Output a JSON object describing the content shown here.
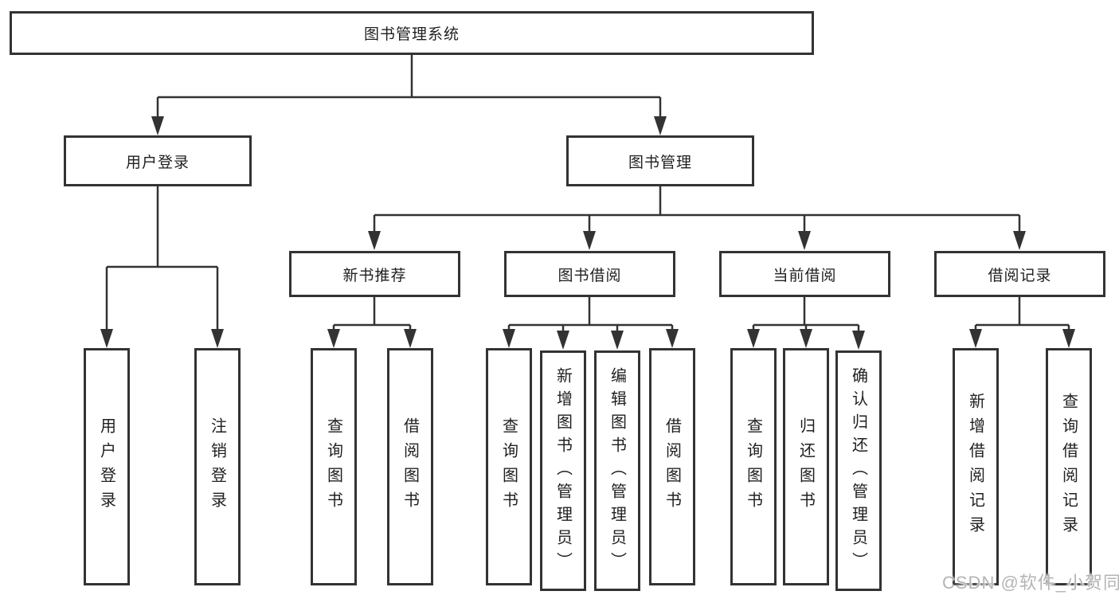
{
  "diagram": {
    "root": {
      "label": "图书管理系统"
    },
    "level2": [
      {
        "id": "user-login",
        "label": "用户登录"
      },
      {
        "id": "book-management",
        "label": "图书管理"
      }
    ],
    "level3": [
      {
        "id": "new-book-recommend",
        "label": "新书推荐"
      },
      {
        "id": "book-borrowing",
        "label": "图书借阅"
      },
      {
        "id": "current-borrowing",
        "label": "当前借阅"
      },
      {
        "id": "borrow-records",
        "label": "借阅记录"
      }
    ],
    "leaves": [
      {
        "id": "user-login-action",
        "label": "用户登录"
      },
      {
        "id": "logout-action",
        "label": "注销登录"
      },
      {
        "id": "query-books-recommend",
        "label": "查询图书"
      },
      {
        "id": "borrow-books-recommend",
        "label": "借阅图书"
      },
      {
        "id": "query-books-borrowing",
        "label": "查询图书"
      },
      {
        "id": "add-books-admin",
        "label": "新增图书（管理员）"
      },
      {
        "id": "edit-books-admin",
        "label": "编辑图书（管理员）"
      },
      {
        "id": "borrow-books-borrowing",
        "label": "借阅图书"
      },
      {
        "id": "query-books-current",
        "label": "查询图书"
      },
      {
        "id": "return-books",
        "label": "归还图书"
      },
      {
        "id": "confirm-return-admin",
        "label": "确认归还（管理员）"
      },
      {
        "id": "add-borrow-record",
        "label": "新增借阅记录"
      },
      {
        "id": "query-borrow-record",
        "label": "查询借阅记录"
      }
    ]
  },
  "watermark": "CSDN @软件_小贺同学",
  "colors": {
    "line": "#333333",
    "text": "#1f1f1f",
    "background": "#ffffff",
    "watermark": "#b4b4b4"
  }
}
